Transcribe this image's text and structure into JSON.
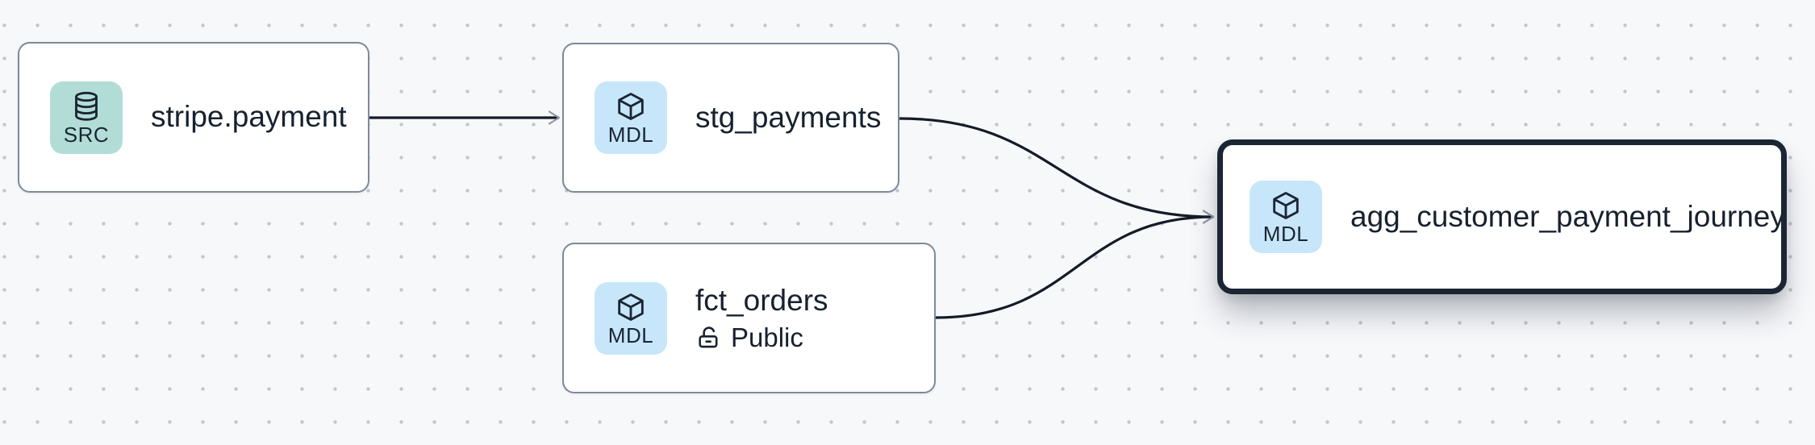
{
  "canvas": {
    "kind": "data-lineage-graph"
  },
  "nodes": [
    {
      "id": "stripe.payment",
      "title": "stripe.payment",
      "badge_label": "SRC",
      "badge_icon": "database-icon",
      "selected": false
    },
    {
      "id": "stg_payments",
      "title": "stg_payments",
      "badge_label": "MDL",
      "badge_icon": "cube-icon",
      "selected": false
    },
    {
      "id": "fct_orders",
      "title": "fct_orders",
      "badge_label": "MDL",
      "badge_icon": "cube-icon",
      "access": "Public",
      "access_icon": "unlock-icon",
      "selected": false
    },
    {
      "id": "agg_customer_payment_journey",
      "title": "agg_customer_payment_journey",
      "badge_label": "MDL",
      "badge_icon": "cube-icon",
      "selected": true
    }
  ],
  "edges": [
    {
      "source": "stripe.payment",
      "target": "stg_payments"
    },
    {
      "source": "stg_payments",
      "target": "agg_customer_payment_journey"
    },
    {
      "source": "fct_orders",
      "target": "agg_customer_payment_journey"
    }
  ],
  "colors": {
    "canvas_bg": "#f7f8fa",
    "dot": "#c2c7ce",
    "node_bg": "#ffffff",
    "node_border": "#7f8a99",
    "node_border_selected": "#1b2534",
    "badge_src_bg": "#b2ddd7",
    "badge_mdl_bg": "#c7e6f9",
    "icon": "#1b2534",
    "text": "#17212f",
    "edge": "#141b28",
    "arrowhead": "#8e97a6"
  }
}
